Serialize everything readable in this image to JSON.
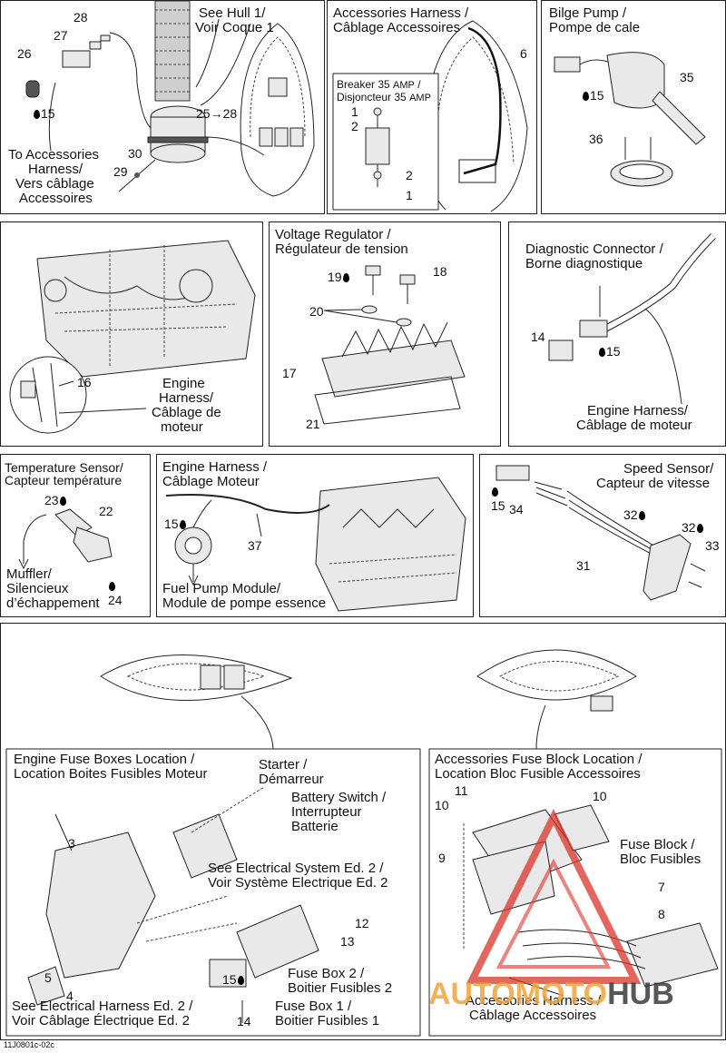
{
  "panel_top_left": {
    "hull_ref": "See Hull 1/",
    "hull_ref_fr": "Voir Coque 1",
    "to_accessories": "To Accessories",
    "to_accessories_2": "Harness/",
    "to_accessories_fr": "Vers câblage",
    "to_accessories_fr_2": "Accessoires",
    "parts": [
      "28",
      "27",
      "26",
      "15",
      "25→28",
      "30",
      "29"
    ]
  },
  "panel_accessories_harness": {
    "title": "Accessories Harness /",
    "title_fr": "Câblage Accessoires",
    "breaker_title": "Breaker 35",
    "breaker_amp": "AMP",
    "breaker_title_fr": "Disjoncteur 35",
    "breaker_amp_fr": "AMP",
    "parts": [
      "6",
      "1",
      "2",
      "2",
      "1"
    ]
  },
  "panel_bilge": {
    "title": "Bilge Pump /",
    "title_fr": "Pompe de cale",
    "parts": [
      "35",
      "15",
      "36"
    ]
  },
  "panel_engine_harness_top": {
    "label": "Engine",
    "label_2": "Harness/",
    "label_fr": "Câblage de",
    "label_fr_2": "moteur",
    "parts": [
      "16"
    ]
  },
  "panel_voltage": {
    "title": "Voltage Regulator /",
    "title_fr": "Régulateur de tension",
    "parts": [
      "19",
      "18",
      "20",
      "17",
      "21"
    ]
  },
  "panel_diagnostic": {
    "title": "Diagnostic Connector /",
    "title_fr": "Borne diagnostique",
    "engine_harness": "Engine Harness/",
    "engine_harness_fr": "Câblage de moteur",
    "parts": [
      "14",
      "15"
    ]
  },
  "panel_temperature": {
    "title": "Temperature Sensor/",
    "title_fr": "Capteur température",
    "muffler": "Muffler/",
    "muffler_fr": "Silencieux",
    "muffler_fr_2": "d’échappement",
    "parts": [
      "23",
      "22",
      "24"
    ]
  },
  "panel_engine_harness_mid": {
    "title": "Engine Harness /",
    "title_fr": "Câblage Moteur",
    "fuel_pump": "Fuel Pump Module/",
    "fuel_pump_fr": "Module de pompe essence",
    "parts": [
      "15",
      "37"
    ]
  },
  "panel_speed": {
    "title": "Speed Sensor/",
    "title_fr": "Capteur de vitesse",
    "parts": [
      "15",
      "34",
      "32",
      "32",
      "33",
      "31"
    ]
  },
  "panel_engine_fuse": {
    "title": "Engine Fuse Boxes Location /",
    "title_fr": "Location Boites Fusibles Moteur",
    "starter": "Starter /",
    "starter_fr": "Démarreur",
    "battery": "Battery Switch /",
    "battery_fr": "Interrupteur",
    "battery_fr_2": "Batterie",
    "see_electrical": "See Electrical System Ed. 2 /",
    "see_electrical_fr": "Voir Système Electrique Ed. 2",
    "fuse_box_2": "Fuse Box 2 /",
    "fuse_box_2_fr": "Boitier Fusibles 2",
    "fuse_box_1": "Fuse Box 1 /",
    "fuse_box_1_fr": "Boitier Fusibles 1",
    "see_harness": "See Electrical Harness Ed. 2 /",
    "see_harness_fr": "Voir Câblage Électrique Ed. 2",
    "parts": [
      "3",
      "13",
      "12",
      "15",
      "5",
      "4",
      "14"
    ]
  },
  "panel_accessories_fuse": {
    "title": "Accessories Fuse Block Location /",
    "title_fr": "Location Bloc Fusible Accessoires",
    "fuse_block": "Fuse Block /",
    "fuse_block_fr": "Bloc Fusibles",
    "harness": "Accessories Harness /",
    "harness_fr": "Câblage Accessoires",
    "parts": [
      "11",
      "10",
      "10",
      "9",
      "7",
      "8"
    ]
  },
  "footer_code": "11J0801c-02c",
  "watermark": {
    "part1": "AUTO",
    "part2": "MOTO",
    "part3": "HUB"
  },
  "colors": {
    "watermark_red": "#d8342a",
    "watermark_orange": "#f0a33a",
    "watermark_dark": "#3a3a3a"
  }
}
